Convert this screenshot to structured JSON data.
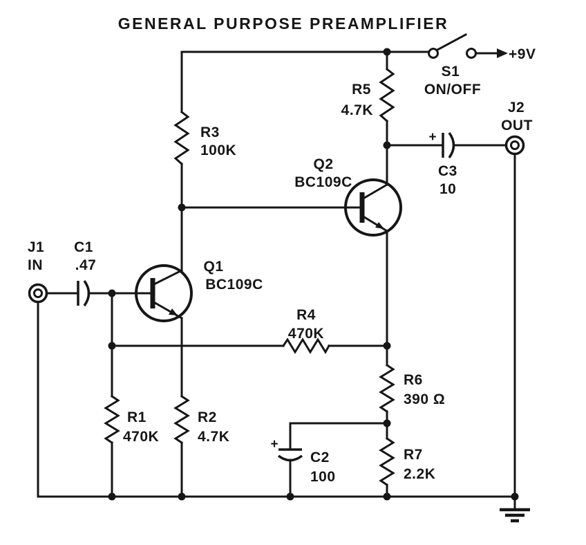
{
  "colors": {
    "ink": "#161616",
    "bg": "#ffffff"
  },
  "title": "GENERAL PURPOSE PREAMPLIFIER",
  "power": {
    "rail_label": "+9V",
    "switch": {
      "ref": "S1",
      "label": "ON/OFF"
    }
  },
  "jacks": {
    "j1": {
      "ref": "J1",
      "label": "IN"
    },
    "j2": {
      "ref": "J2",
      "label": "OUT"
    }
  },
  "transistors": {
    "q1": {
      "ref": "Q1",
      "part": "BC109C"
    },
    "q2": {
      "ref": "Q2",
      "part": "BC109C"
    }
  },
  "resistors": {
    "r1": {
      "ref": "R1",
      "value": "470K"
    },
    "r2": {
      "ref": "R2",
      "value": "4.7K"
    },
    "r3": {
      "ref": "R3",
      "value": "100K"
    },
    "r4": {
      "ref": "R4",
      "value": "470K"
    },
    "r5": {
      "ref": "R5",
      "value": "4.7K"
    },
    "r6": {
      "ref": "R6",
      "value": "390 Ω"
    },
    "r7": {
      "ref": "R7",
      "value": "2.2K"
    }
  },
  "capacitors": {
    "c1": {
      "ref": "C1",
      "value": ".47"
    },
    "c2": {
      "ref": "C2",
      "value": "100",
      "polarity": "+"
    },
    "c3": {
      "ref": "C3",
      "value": "10",
      "polarity": "+"
    }
  }
}
